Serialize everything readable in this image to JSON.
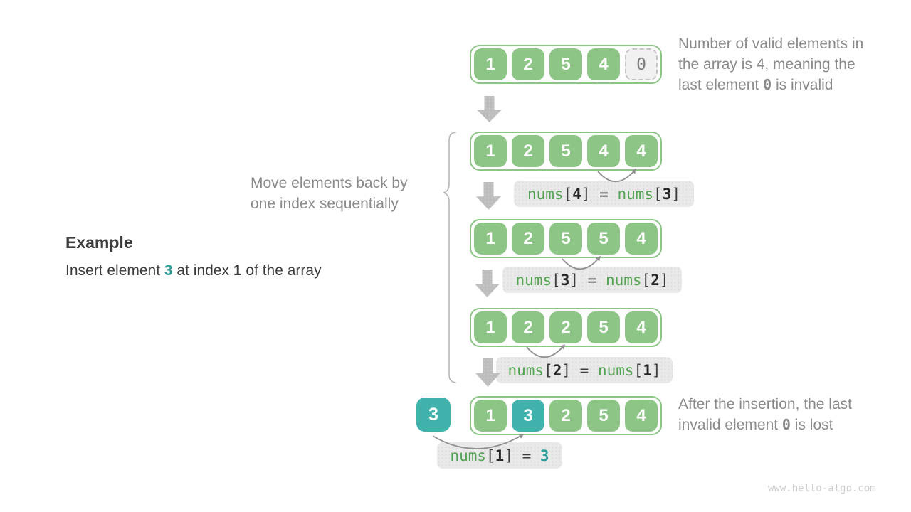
{
  "colors": {
    "green": "#8dc586",
    "teal": "#41b1ac",
    "teal_text": "#2f9e98",
    "code_green": "#53a353",
    "label_bg": "#e9e9e9",
    "label_dot": "#dcdcdc",
    "arrow_gray": "#bdbdbd",
    "arrow_dot": "#c9c9c9",
    "curve_gray": "#8f8f8f",
    "brace_gray": "#b3b3b3",
    "text_dark": "#3d3d3d",
    "text_gray": "#8a8a8a",
    "invalid_bg": "#f1f1f1",
    "invalid_border": "#c3c3c3",
    "invalid_text": "#7d7d7d",
    "watermark": "#cccccc"
  },
  "example": {
    "heading": "Example",
    "description": [
      [
        {
          "text": "Insert element "
        },
        {
          "text": "3",
          "style": "teal"
        },
        {
          "text": " at index "
        },
        {
          "text": "1",
          "style": "bold"
        },
        {
          "text": " of the array"
        }
      ]
    ]
  },
  "annotations": {
    "top_right": [
      [
        {
          "text": "Number of valid elements in"
        }
      ],
      [
        {
          "text": "the array is 4, meaning the"
        }
      ],
      [
        {
          "text": "last element "
        },
        {
          "text": "0",
          "style": "code"
        },
        {
          "text": " is invalid"
        }
      ]
    ],
    "move_note": [
      [
        {
          "text": "Move elements back by"
        }
      ],
      [
        {
          "text": "one index sequentially"
        }
      ]
    ],
    "bottom_right": [
      [
        {
          "text": "After the insertion, the last"
        }
      ],
      [
        {
          "text": "invalid element "
        },
        {
          "text": "0",
          "style": "code"
        },
        {
          "text": " is lost"
        }
      ]
    ]
  },
  "inserted_cell": {
    "value": "3"
  },
  "steps": [
    {
      "cells": [
        {
          "value": "1"
        },
        {
          "value": "2"
        },
        {
          "value": "5"
        },
        {
          "value": "4"
        },
        {
          "value": "0",
          "state": "invalid"
        }
      ]
    },
    {
      "cells": [
        {
          "value": "1"
        },
        {
          "value": "2"
        },
        {
          "value": "5"
        },
        {
          "value": "4"
        },
        {
          "value": "4"
        }
      ]
    },
    {
      "cells": [
        {
          "value": "1"
        },
        {
          "value": "2"
        },
        {
          "value": "5"
        },
        {
          "value": "5"
        },
        {
          "value": "4"
        }
      ]
    },
    {
      "cells": [
        {
          "value": "1"
        },
        {
          "value": "2"
        },
        {
          "value": "2"
        },
        {
          "value": "5"
        },
        {
          "value": "4"
        }
      ]
    },
    {
      "cells": [
        {
          "value": "1"
        },
        {
          "value": "3",
          "state": "inserted"
        },
        {
          "value": "2"
        },
        {
          "value": "5"
        },
        {
          "value": "4"
        }
      ]
    }
  ],
  "operations": [
    {
      "segments": [
        {
          "t": "nums",
          "s": "fn"
        },
        {
          "t": "[",
          "s": "p"
        },
        {
          "t": "4",
          "s": "b"
        },
        {
          "t": "]",
          "s": "p"
        },
        {
          "t": " = ",
          "s": "p"
        },
        {
          "t": "nums",
          "s": "fn"
        },
        {
          "t": "[",
          "s": "p"
        },
        {
          "t": "3",
          "s": "b"
        },
        {
          "t": "]",
          "s": "p"
        }
      ]
    },
    {
      "segments": [
        {
          "t": "nums",
          "s": "fn"
        },
        {
          "t": "[",
          "s": "p"
        },
        {
          "t": "3",
          "s": "b"
        },
        {
          "t": "]",
          "s": "p"
        },
        {
          "t": " = ",
          "s": "p"
        },
        {
          "t": "nums",
          "s": "fn"
        },
        {
          "t": "[",
          "s": "p"
        },
        {
          "t": "2",
          "s": "b"
        },
        {
          "t": "]",
          "s": "p"
        }
      ]
    },
    {
      "segments": [
        {
          "t": "nums",
          "s": "fn"
        },
        {
          "t": "[",
          "s": "p"
        },
        {
          "t": "2",
          "s": "b"
        },
        {
          "t": "]",
          "s": "p"
        },
        {
          "t": " = ",
          "s": "p"
        },
        {
          "t": "nums",
          "s": "fn"
        },
        {
          "t": "[",
          "s": "p"
        },
        {
          "t": "1",
          "s": "b"
        },
        {
          "t": "]",
          "s": "p"
        }
      ]
    },
    {
      "segments": [
        {
          "t": "nums",
          "s": "fn"
        },
        {
          "t": "[",
          "s": "p"
        },
        {
          "t": "1",
          "s": "b"
        },
        {
          "t": "]",
          "s": "p"
        },
        {
          "t": " = ",
          "s": "p"
        },
        {
          "t": "3",
          "s": "teal"
        }
      ]
    }
  ],
  "watermark": "www.hello-algo.com"
}
